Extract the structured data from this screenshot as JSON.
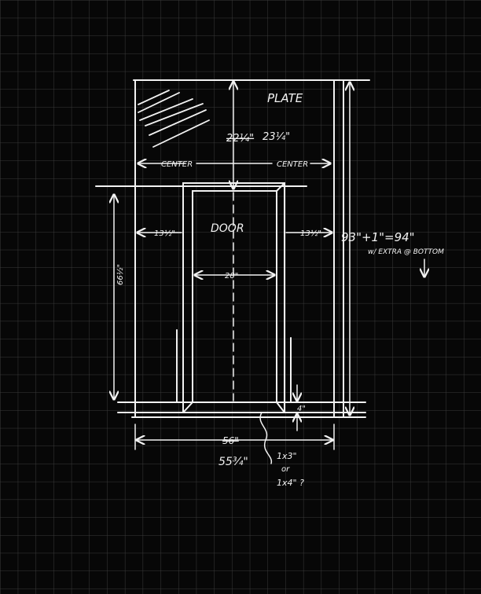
{
  "sketch": {
    "plate_label": "PLATE",
    "top_dim_struck": "22¼\"",
    "top_dim": "23¼\"",
    "center_left": "CENTER",
    "center_right": "CENTER",
    "door_label": "DOOR",
    "left_side": "13½\"",
    "right_side": "13½\"",
    "door_width": "28\"",
    "door_height": "66½\"",
    "total_height": "93\"+1\"=94\"",
    "total_note": "w/ EXTRA @ BOTTOM",
    "sill": "4\"",
    "bottom_width_struck": "56\"",
    "bottom_width": "55¾\"",
    "trim_note_1": "1x3\"",
    "trim_note_or": "or",
    "trim_note_2": "1x4\" ?"
  },
  "colors": {
    "paper": "#070707",
    "grid": "#3a3a3a",
    "ink": "#f2f2f2"
  }
}
